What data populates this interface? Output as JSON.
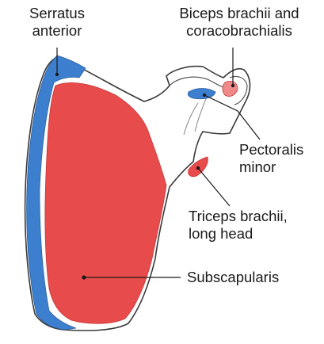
{
  "labels": {
    "serratus_anterior": [
      "Serratus",
      "anterior"
    ],
    "biceps_coraco": [
      "Biceps brachii and",
      "coracobrachialis"
    ],
    "pectoralis_minor": [
      "Pectoralis",
      "minor"
    ],
    "triceps_long_head": [
      "Triceps brachii,",
      "long head"
    ],
    "subscapularis": "Subscapularis"
  },
  "colors": {
    "muscle_red": "#e84b4b",
    "muscle_blue": "#3d7fcf",
    "bone_outline": "#3a3a3a",
    "leader_line": "#1a1a1a"
  }
}
